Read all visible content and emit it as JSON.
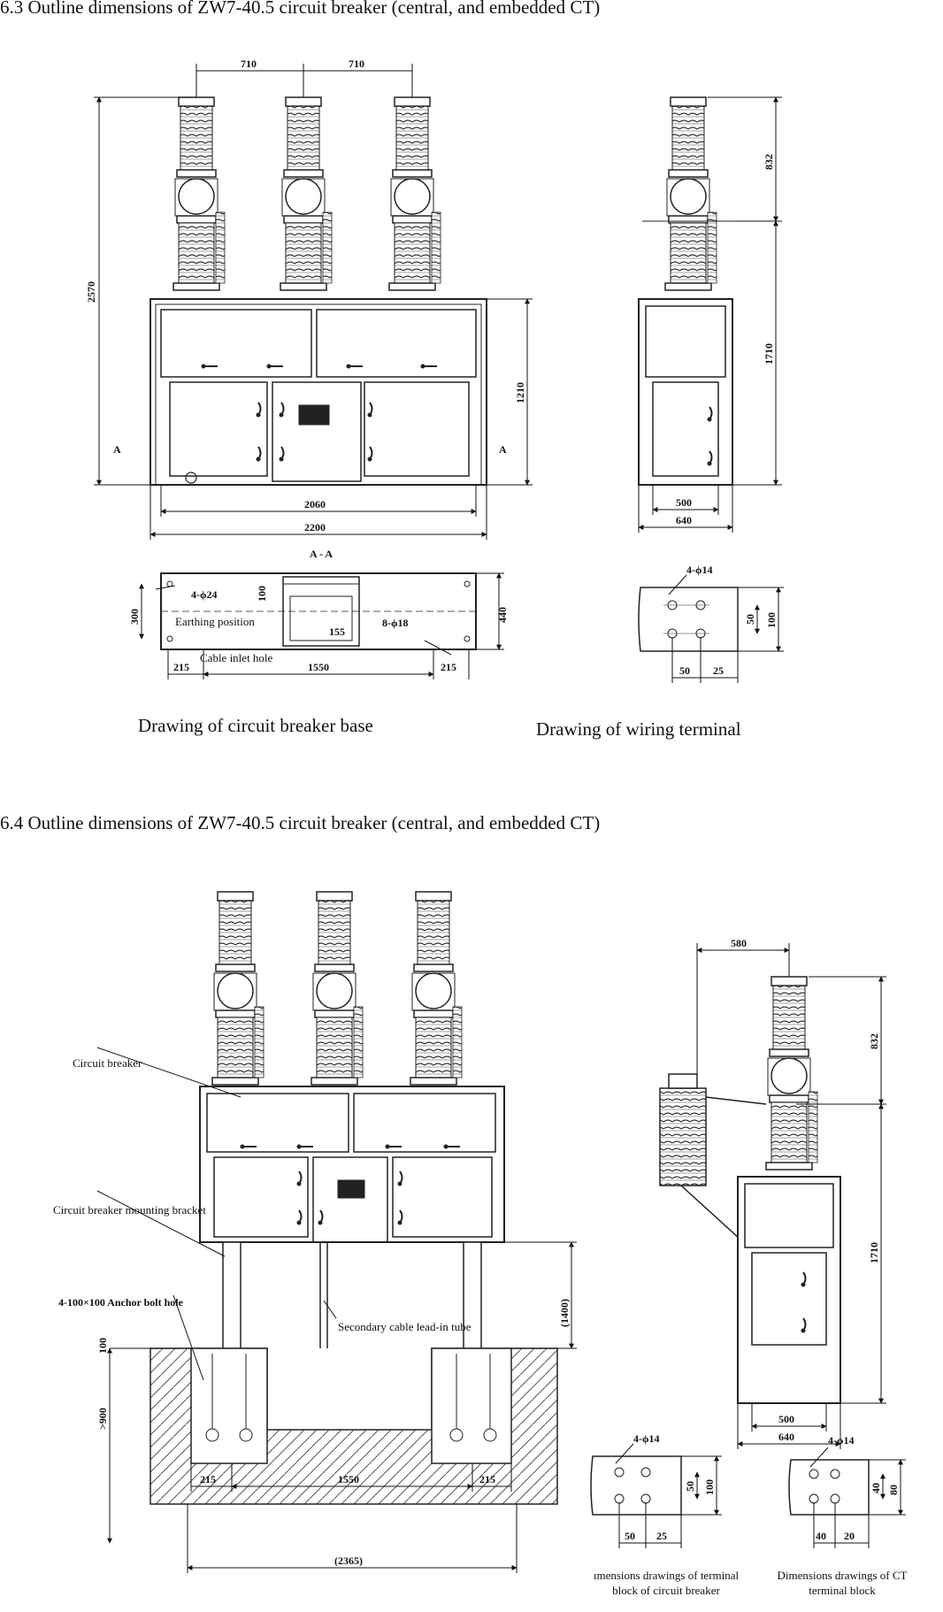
{
  "section_63": {
    "heading": "6.3  Outline dimensions of ZW7-40.5 circuit breaker (central, and embedded CT)",
    "front_dims": {
      "pitch_left": "710",
      "pitch_right": "710",
      "total_height": "2570",
      "cabinet_height": "1210",
      "inner_width": "2060",
      "outer_width": "2200"
    },
    "side_dims": {
      "top_height": "832",
      "lower_height": "1710",
      "inner_width": "500",
      "outer_width": "640"
    },
    "section_marks": {
      "left": "A",
      "right": "A",
      "section_title": "A - A"
    },
    "base": {
      "holes_large": "4-ϕ24",
      "depth": "300",
      "dim_100": "100",
      "width": "440",
      "earthing": "Earthing position",
      "dim_155": "155",
      "holes_small": "8-ϕ18",
      "cable": "Cable inlet hole",
      "left_offset": "215",
      "span": "1550",
      "right_offset": "215"
    },
    "terminal": {
      "holes": "4-ϕ14",
      "dim_50_v": "50",
      "dim_100": "100",
      "dim_50_h": "50",
      "dim_25": "25"
    },
    "caption_base": "Drawing of circuit breaker base",
    "caption_terminal": "Drawing of wiring terminal"
  },
  "section_64": {
    "heading": "6.4  Outline dimensions of ZW7-40.5 circuit breaker (central, and embedded CT)",
    "labels": {
      "circuit_breaker": "Circuit breaker",
      "bracket": "Circuit breaker mounting bracket",
      "anchor": "4-100×100 Anchor bolt hole",
      "secondary": "Secondary cable lead-in tube"
    },
    "front_dims": {
      "d100": "100",
      "depth": ">900",
      "bracket_h": "(1400)",
      "left": "215",
      "span": "1550",
      "right": "215",
      "overall": "(2365)"
    },
    "side_dims": {
      "offset": "580",
      "top_height": "832",
      "lower_height": "1710",
      "inner_width": "500",
      "outer_width": "640"
    },
    "term_cb": {
      "holes": "4-ϕ14",
      "d50v": "50",
      "d100": "100",
      "d50h": "50",
      "d25": "25",
      "caption": "ımensions drawings of terminal block of circuit breaker"
    },
    "term_ct": {
      "holes": "4-ϕ14",
      "d40v": "40",
      "d80": "80",
      "d40h": "40",
      "d20": "20",
      "caption": "Dimensions drawings of CT terminal block"
    }
  }
}
